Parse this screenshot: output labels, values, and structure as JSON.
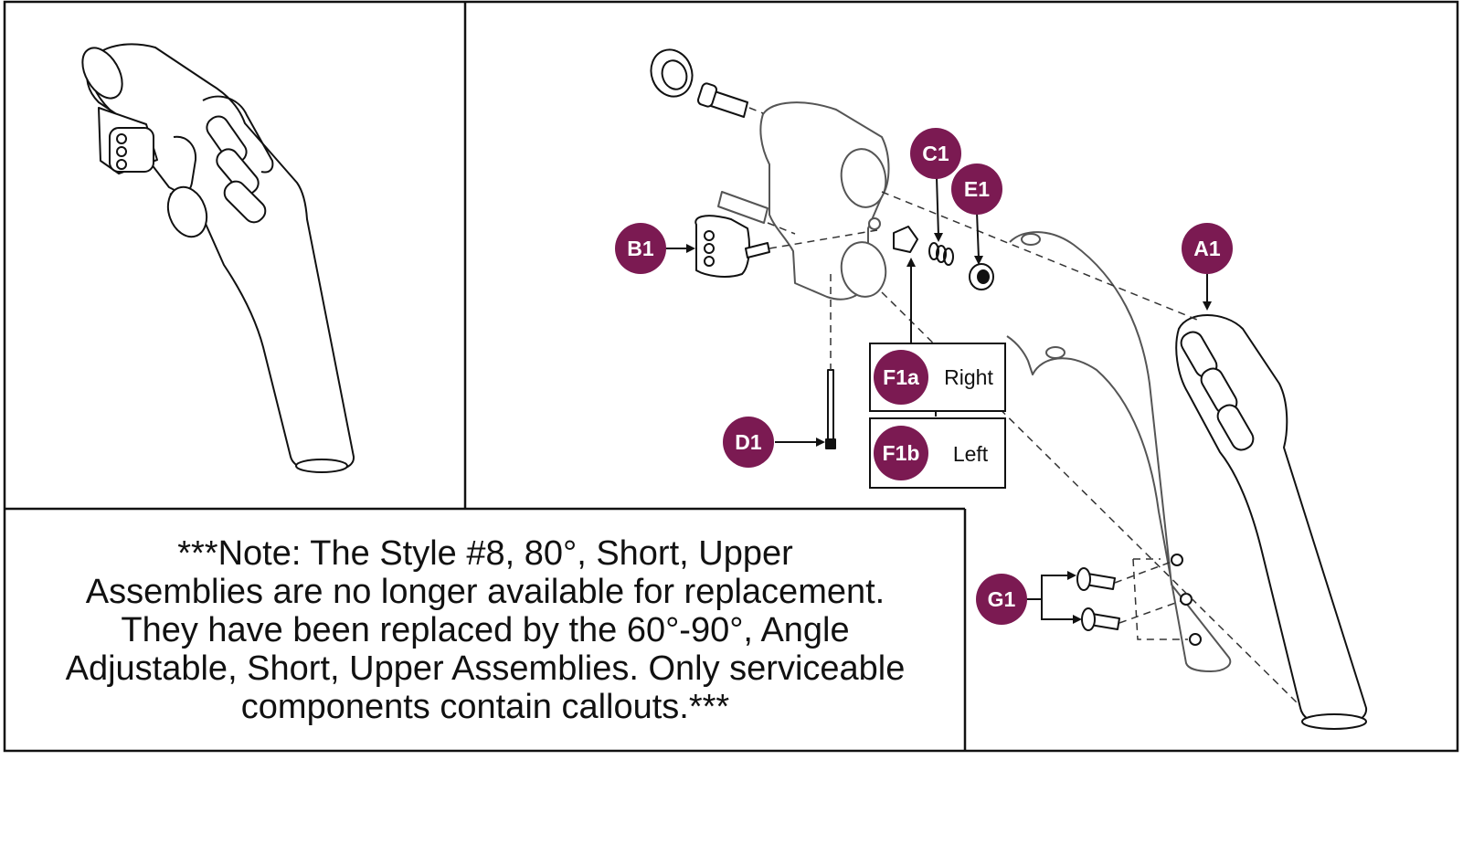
{
  "note": {
    "lines": [
      "***Note: The Style #8, 80°, Short, Upper",
      "Assemblies are no longer available for replacement.",
      "They have been replaced by the 60°-90°, Angle",
      "Adjustable, Short, Upper Assemblies. Only serviceable",
      "components contain callouts.***"
    ]
  },
  "callouts": {
    "a1": "A1",
    "b1": "B1",
    "c1": "C1",
    "d1": "D1",
    "e1": "E1",
    "f1a": "F1a",
    "f1b": "F1b",
    "g1": "G1"
  },
  "options": {
    "f1a_side": "Right",
    "f1b_side": "Left"
  },
  "colors": {
    "callout_fill": "#7b1a52",
    "line": "#111111",
    "background": "#ffffff"
  }
}
